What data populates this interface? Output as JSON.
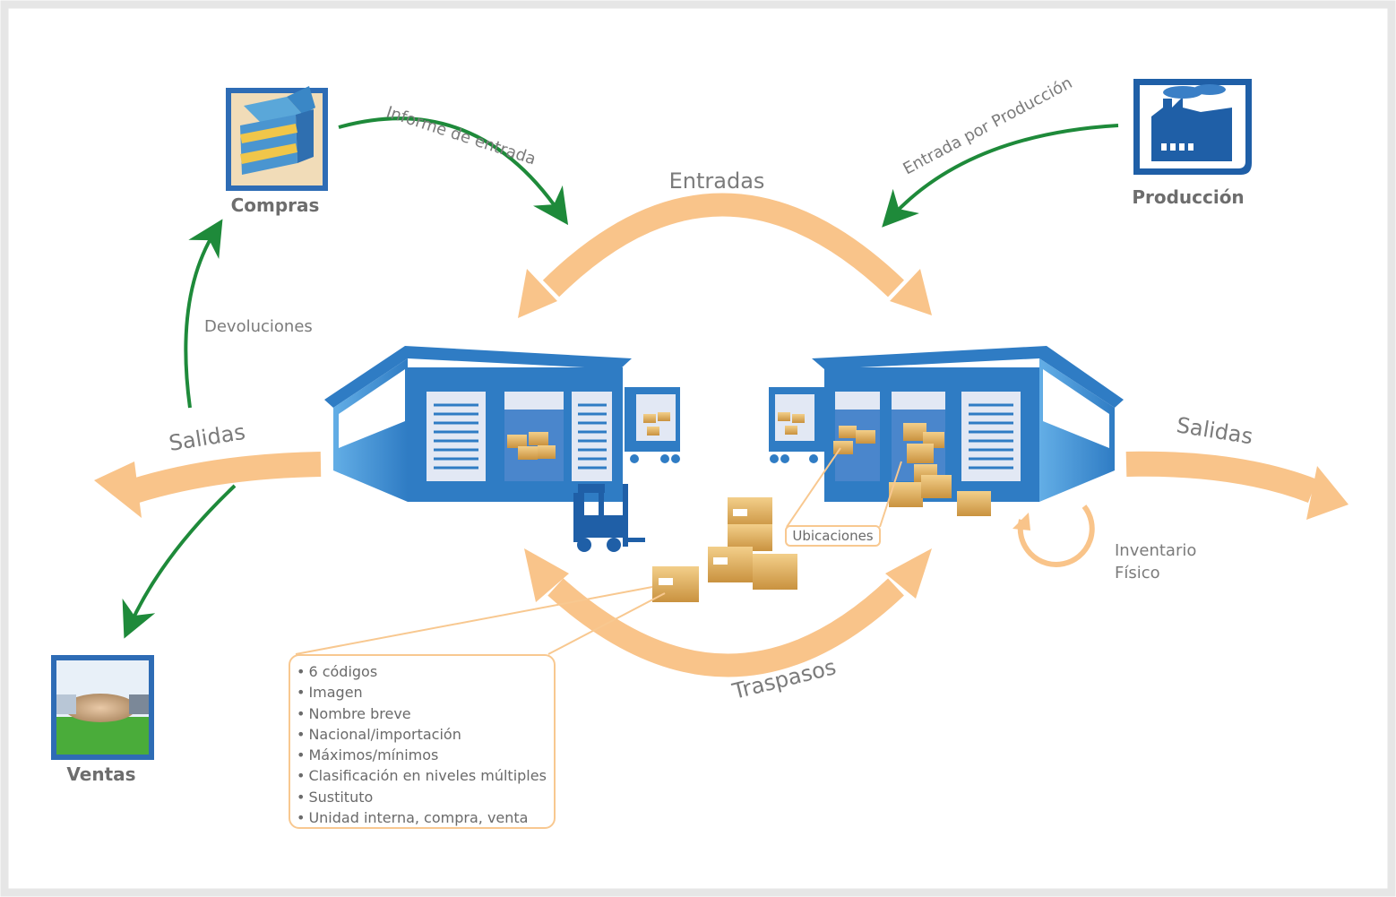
{
  "nodes": {
    "compras": "Compras",
    "produccion": "Producción",
    "ventas": "Ventas"
  },
  "flows": {
    "informe_entrada": "Informe de entrada",
    "entrada_produccion": "Entrada por Producción",
    "entradas": "Entradas",
    "devoluciones": "Devoluciones",
    "salidas_left": "Salidas",
    "salidas_right": "Salidas",
    "traspasos": "Traspasos",
    "inventario_line1": "Inventario",
    "inventario_line2": "Físico"
  },
  "ubicaciones": "Ubicaciones",
  "attributes": [
    "6 códigos",
    "Imagen",
    "Nombre breve",
    "Nacional/importación",
    "Máximos/mínimos",
    "Clasificación en niveles múltiples",
    "Sustituto",
    "Unidad interna, compra, venta"
  ],
  "colors": {
    "flow_green": "#1e8a3a",
    "flow_orange": "#f9c48a",
    "warehouse_blue": "#2f7cc4",
    "frame_gray": "#e6e6e6"
  }
}
